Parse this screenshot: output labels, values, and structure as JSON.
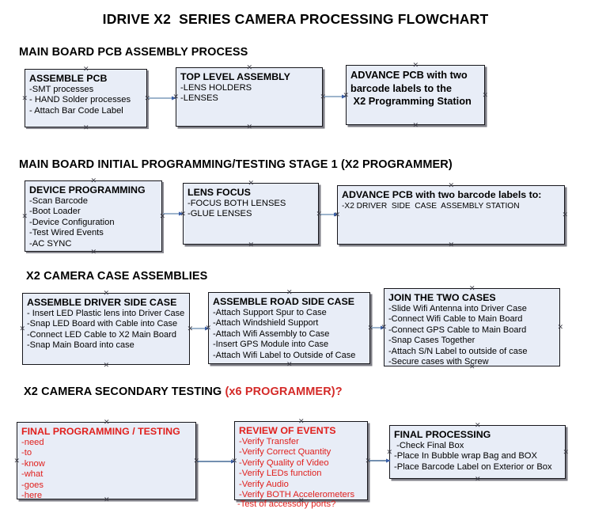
{
  "document": {
    "title": "IDRIVE X2  SERIES CAMERA PROCESSING FLOWCHART"
  },
  "colors": {
    "box_fill": "#e8edf7",
    "box_border": "#17171c",
    "arrow": "#7f9dbc",
    "arrow_head": "#3b5fa8",
    "red_accent": "#e01f1c",
    "heading_accent": "#d42a28",
    "text": "#000000"
  },
  "sections": [
    {
      "id": "main-board-pcb-assembly",
      "heading": "MAIN BOARD PCB ASSEMBLY PROCESS",
      "heading_accent": "",
      "boxes": [
        {
          "id": "assemble-pcb",
          "title": "ASSEMBLE PCB",
          "lines": [
            "-SMT processes",
            "- HAND Solder processes",
            "- Attach Bar Code Label"
          ]
        },
        {
          "id": "top-level-assembly",
          "title": "TOP LEVEL ASSEMBLY",
          "lines": [
            "-LENS HOLDERS",
            "-LENSES"
          ]
        },
        {
          "id": "advance-pcb-to-programming-station",
          "title": "ADVANCE PCB with two\nbarcode labels to the\n X2 Programming Station",
          "lines": []
        }
      ]
    },
    {
      "id": "main-board-initial-programming",
      "heading": "MAIN BOARD INITIAL PROGRAMMING/TESTING STAGE 1 (X2 PROGRAMMER)",
      "heading_accent": "",
      "boxes": [
        {
          "id": "device-programming",
          "title": "DEVICE PROGRAMMING",
          "lines": [
            "-Scan Barcode",
            "-Boot Loader",
            "-Device Configuration",
            "-Test Wired Events",
            "-AC SYNC"
          ]
        },
        {
          "id": "lens-focus",
          "title": "LENS FOCUS",
          "lines": [
            "-FOCUS BOTH LENSES",
            "-GLUE LENSES"
          ]
        },
        {
          "id": "advance-pcb-to-driver-side-case",
          "title": "ADVANCE PCB with two barcode labels to:",
          "lines": [
            "-X2 DRIVER  SIDE  CASE  ASSEMBLY STATION"
          ]
        }
      ]
    },
    {
      "id": "x2-camera-case-assemblies",
      "heading": "X2 CAMERA CASE ASSEMBLIES",
      "heading_accent": "",
      "boxes": [
        {
          "id": "assemble-driver-side-case",
          "title": "ASSEMBLE DRIVER SIDE CASE",
          "lines": [
            "- Insert LED Plastic lens into Driver Case",
            "-Snap LED Board with Cable into Case",
            "-Connect LED Cable to X2 Main Board",
            "-Snap Main Board into case"
          ]
        },
        {
          "id": "assemble-road-side-case",
          "title": "ASSEMBLE ROAD SIDE CASE",
          "lines": [
            "-Attach Support Spur to Case",
            "-Attach Windshield Support",
            "-Attach Wifi Assembly to Case",
            "-Insert GPS Module into Case",
            "-Attach Wifi Label to Outside of Case"
          ]
        },
        {
          "id": "join-the-two-cases",
          "title": "JOIN THE TWO CASES",
          "lines": [
            "-Slide Wifi Antenna into Driver Case",
            "-Connect Wifi Cable to Main Board",
            "-Connect GPS Cable to Main Board",
            "-Snap Cases Together",
            "-Attach S/N Label to outside of case",
            "-Secure cases with Screw"
          ]
        }
      ]
    },
    {
      "id": "x2-camera-secondary-testing",
      "heading": "X2 CAMERA SECONDARY TESTING ",
      "heading_accent": "(x6 PROGRAMMER)?",
      "boxes": [
        {
          "id": "final-programming-testing",
          "title": "FINAL PROGRAMMING / TESTING",
          "lines": [
            "-need",
            "-to",
            "-know",
            "-what",
            "-goes",
            "-here"
          ]
        },
        {
          "id": "review-of-events",
          "title": "REVIEW OF EVENTS",
          "lines": [
            "-Verify Transfer",
            "-Verify Correct Quantity",
            "-Verify Quality of Video",
            "-Verify LEDs function",
            "-Verify Audio",
            "-Verify BOTH Accelerometers"
          ],
          "overflow_line": "-Test of accessory ports?"
        },
        {
          "id": "final-processing",
          "title": "FINAL PROCESSING",
          "lines": [
            " -Check Final Box",
            "-Place In Bubble wrap Bag and BOX",
            "-Place Barcode Label on Exterior or Box"
          ]
        }
      ]
    }
  ]
}
